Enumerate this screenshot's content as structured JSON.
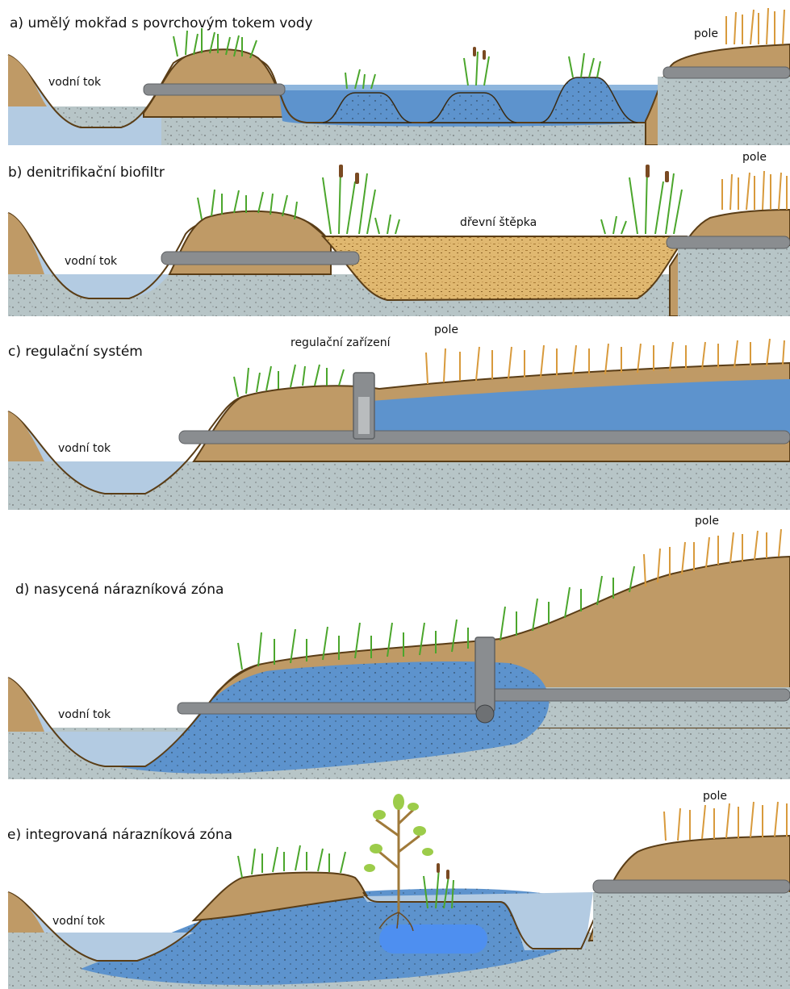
{
  "colors": {
    "soil": "#bf9a66",
    "soil_edge": "#5a3d16",
    "ground": "#b7c5c7",
    "water_surface": "#b3cbe2",
    "water_saturated": "#5d93cd",
    "wood_chips": "#e0b870",
    "pipe": "#8a8d90",
    "grass": "#4ba62c",
    "wheat": "#d89a3c",
    "reservoir": "#4e8ff0"
  },
  "panels": [
    {
      "title": "a) umělý mokřad s povrchovým tokem vody",
      "labels": {
        "stream": "vodní tok",
        "field": "pole"
      }
    },
    {
      "title": "b) denitrifikační biofiltr",
      "labels": {
        "stream": "vodní tok",
        "field": "pole",
        "chips": "dřevní štěpka"
      }
    },
    {
      "title": "c) regulační systém",
      "labels": {
        "stream": "vodní tok",
        "field": "pole",
        "device": "regulační zařízení"
      }
    },
    {
      "title": "d) nasycená nárazníková zóna",
      "labels": {
        "stream": "vodní tok",
        "field": "pole"
      }
    },
    {
      "title": "e) integrovaná nárazníková zóna",
      "labels": {
        "stream": "vodní tok",
        "field": "pole"
      }
    }
  ]
}
